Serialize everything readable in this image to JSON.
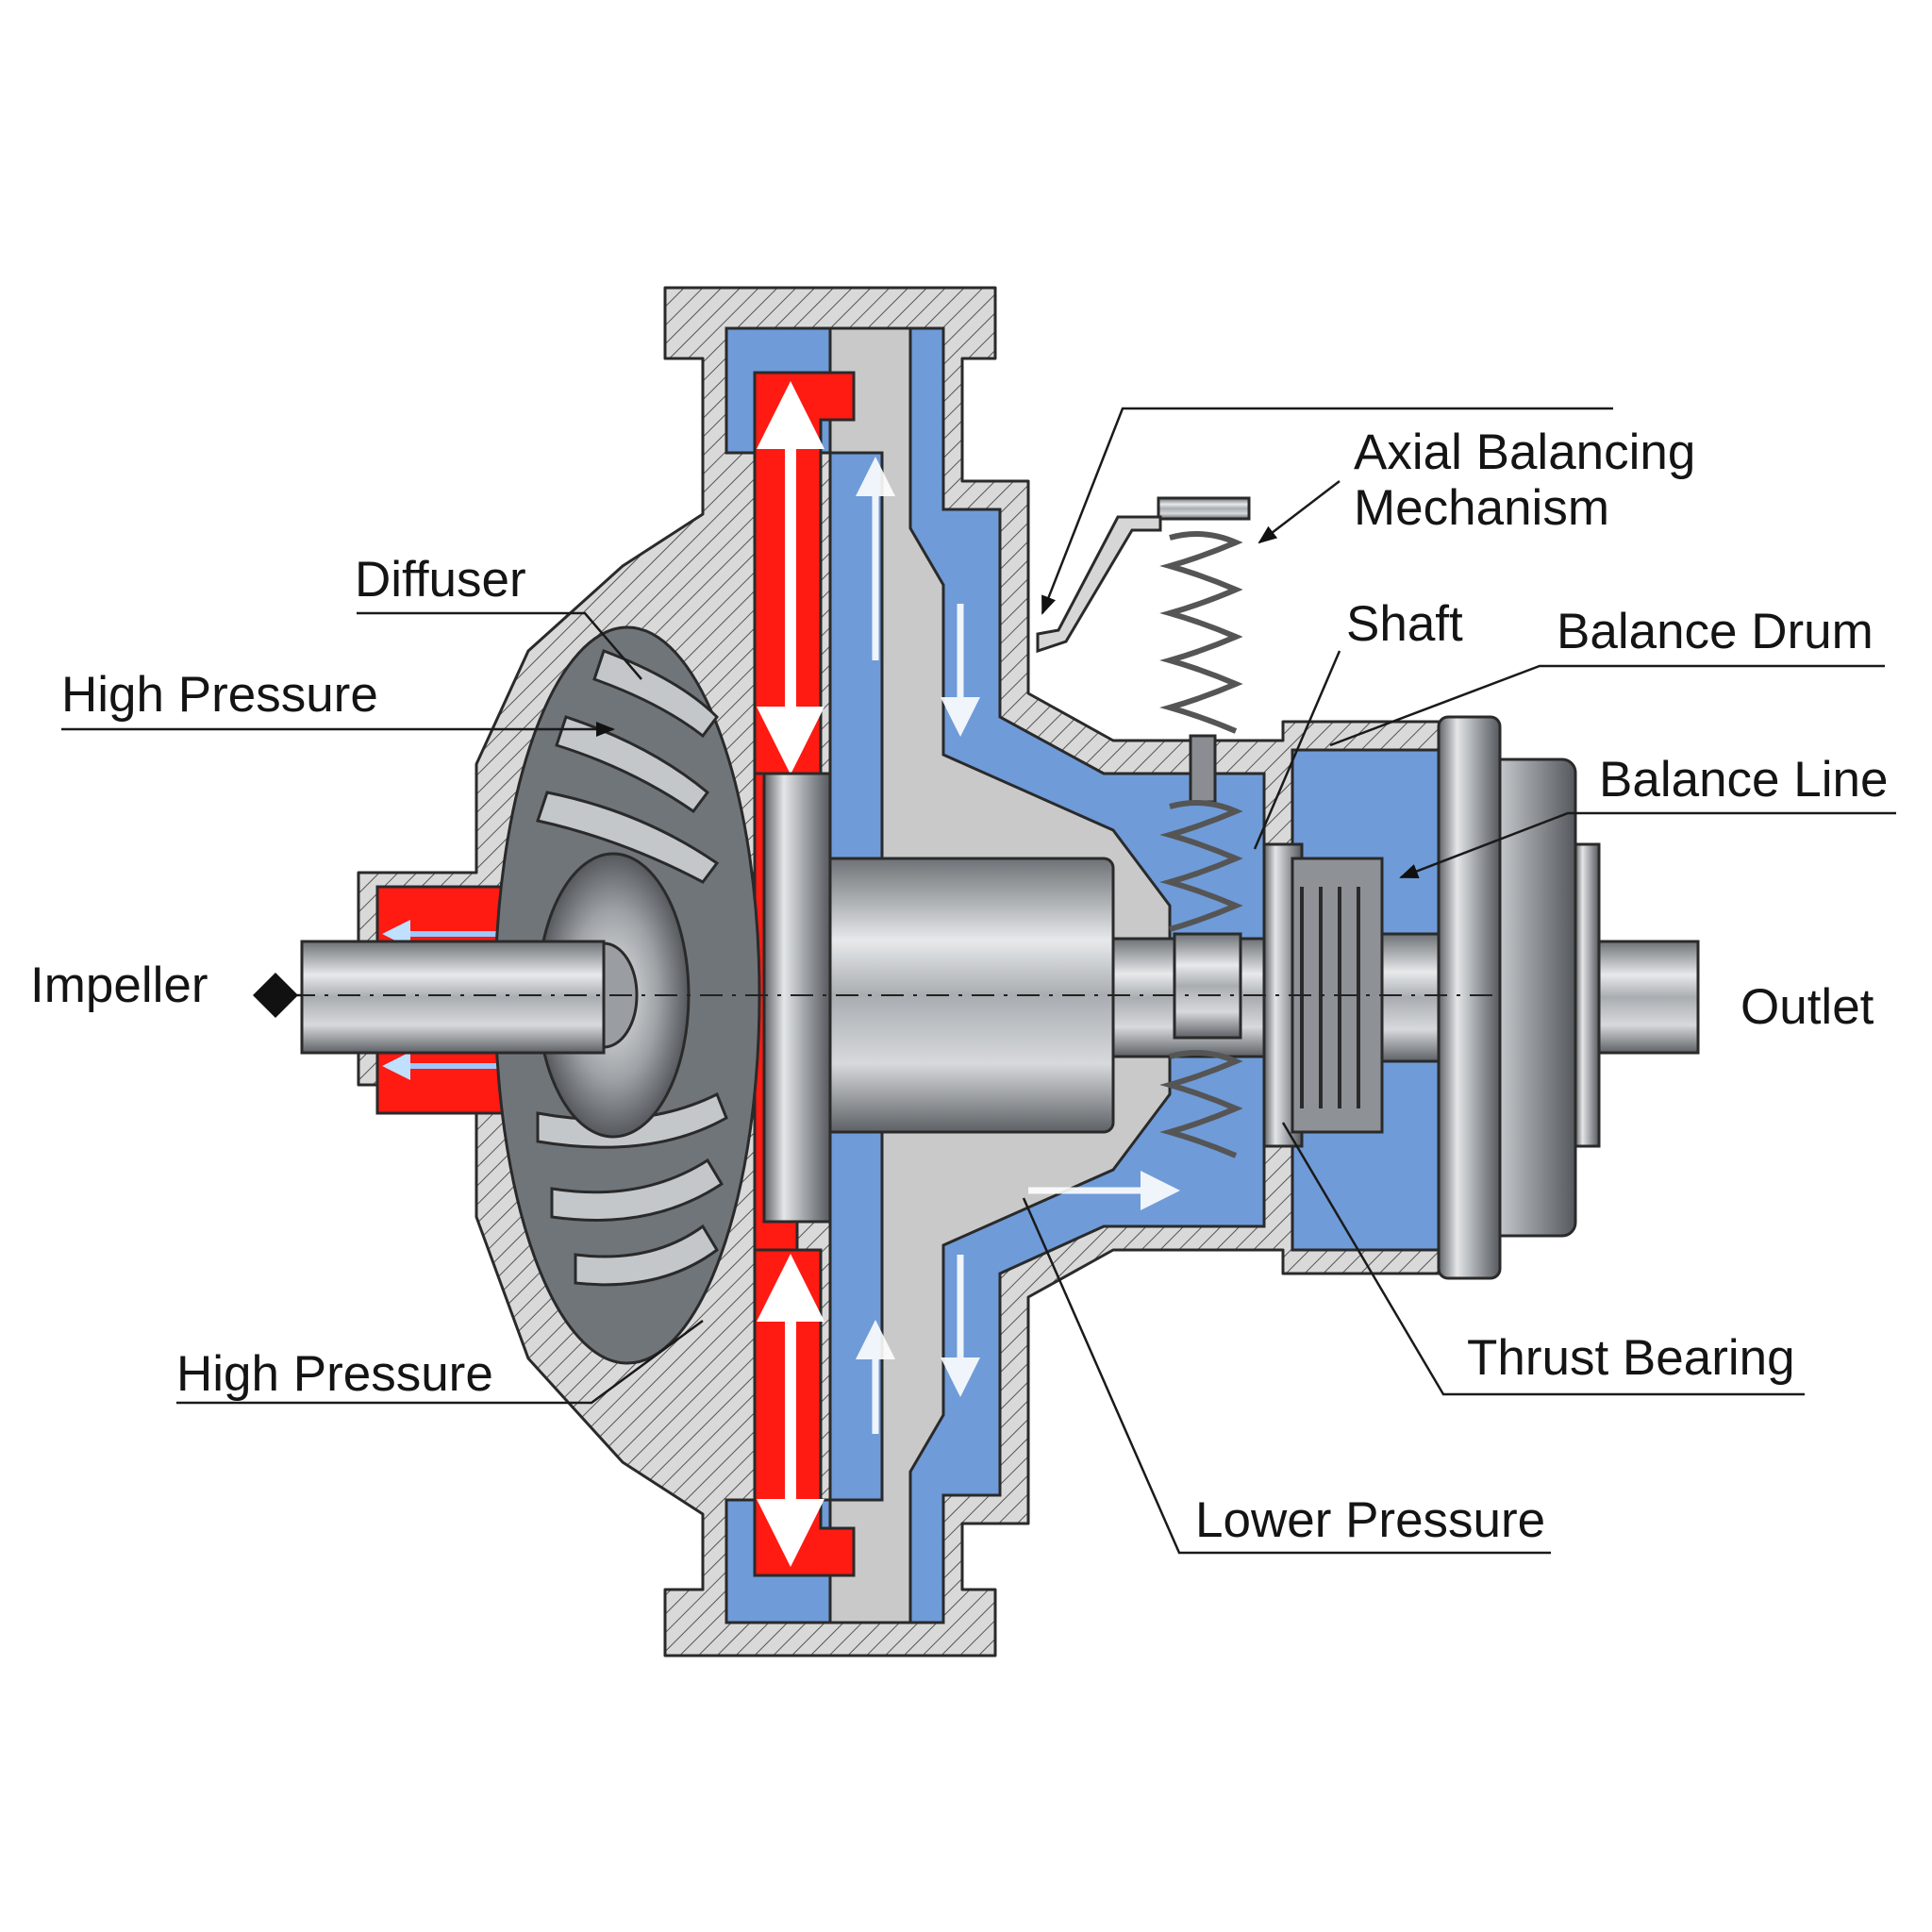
{
  "labels": {
    "axial_balancing": [
      "Axial Balancing",
      "Mechanism"
    ],
    "diffuser": "Diffuser",
    "high_pressure_upper": "High Pressure",
    "shaft": "Shaft",
    "balance_drum": "Balance Drum",
    "balance_line": "Balance Line",
    "impeller": "Impeller",
    "outlet": "Outlet",
    "thrust_bearing": "Thrust Bearing",
    "high_pressure_lower": "High Pressure",
    "lower_pressure": "Lower Pressure"
  },
  "colors": {
    "high_pressure": "#ff1a12",
    "low_pressure": "#6f9bd8",
    "casing_section": "#d4d4d4",
    "metal": "#b8bcc0",
    "flow_arrow": "#8fc4ff"
  }
}
